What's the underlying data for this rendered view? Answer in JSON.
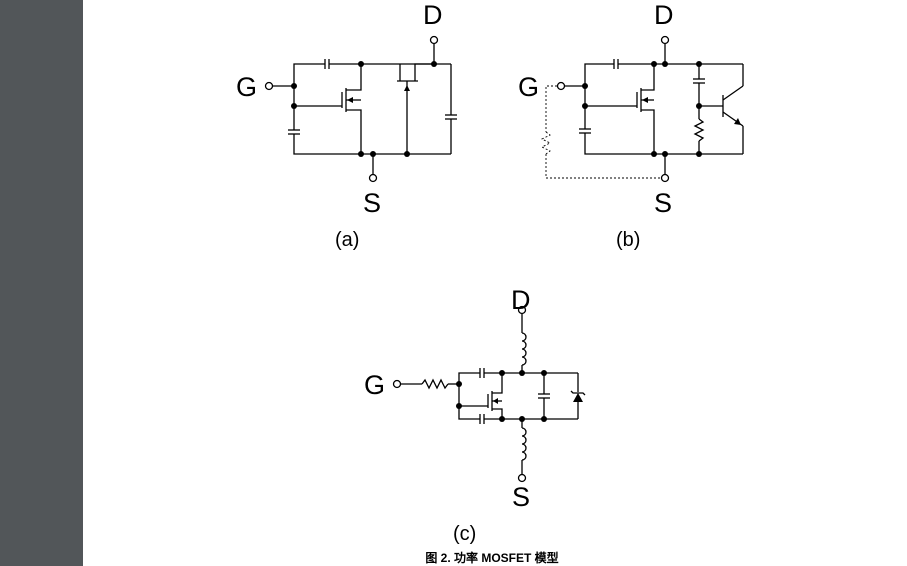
{
  "diagram_a": {
    "gate": "G",
    "drain": "D",
    "source": "S",
    "sublabel": "(a)"
  },
  "diagram_b": {
    "gate": "G",
    "drain": "D",
    "source": "S",
    "sublabel": "(b)"
  },
  "diagram_c": {
    "gate": "G",
    "drain": "D",
    "source": "S",
    "sublabel": "(c)"
  },
  "caption": "图 2. 功率 MOSFET 模型"
}
